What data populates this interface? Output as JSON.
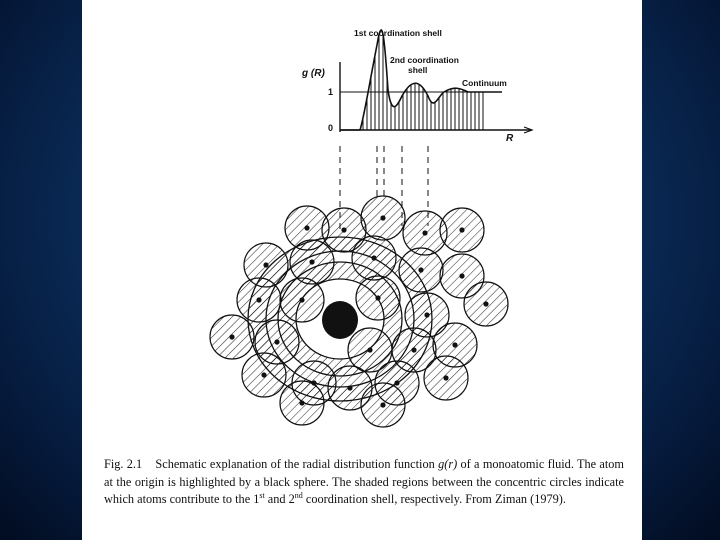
{
  "figure": {
    "graph": {
      "y_axis_label": "g (R)",
      "y_tick_one": "1",
      "y_tick_zero": "0",
      "x_axis_label": "R",
      "first_shell_label": "1st coordination shell",
      "second_shell_label_line1": "2nd coordination",
      "second_shell_label_line2": "shell",
      "continuum_label": "Continuum"
    },
    "caption": {
      "number": "Fig. 2.1",
      "text_a": "Schematic explanation of the radial distribution function ",
      "gr": "g(r)",
      "text_b": " of a monoatomic fluid.  The atom at the origin is highlighted by a black sphere.  The shaded regions between the concentric circles indicate which atoms contribute to the 1",
      "sup1": "st",
      "text_c": " and 2",
      "sup2": "nd",
      "text_d": " coordination shell, respectively.  From Ziman (1979)."
    }
  },
  "colors": {
    "background_blue": "#0b2f5e",
    "page": "#ffffff",
    "ink": "#111111"
  }
}
